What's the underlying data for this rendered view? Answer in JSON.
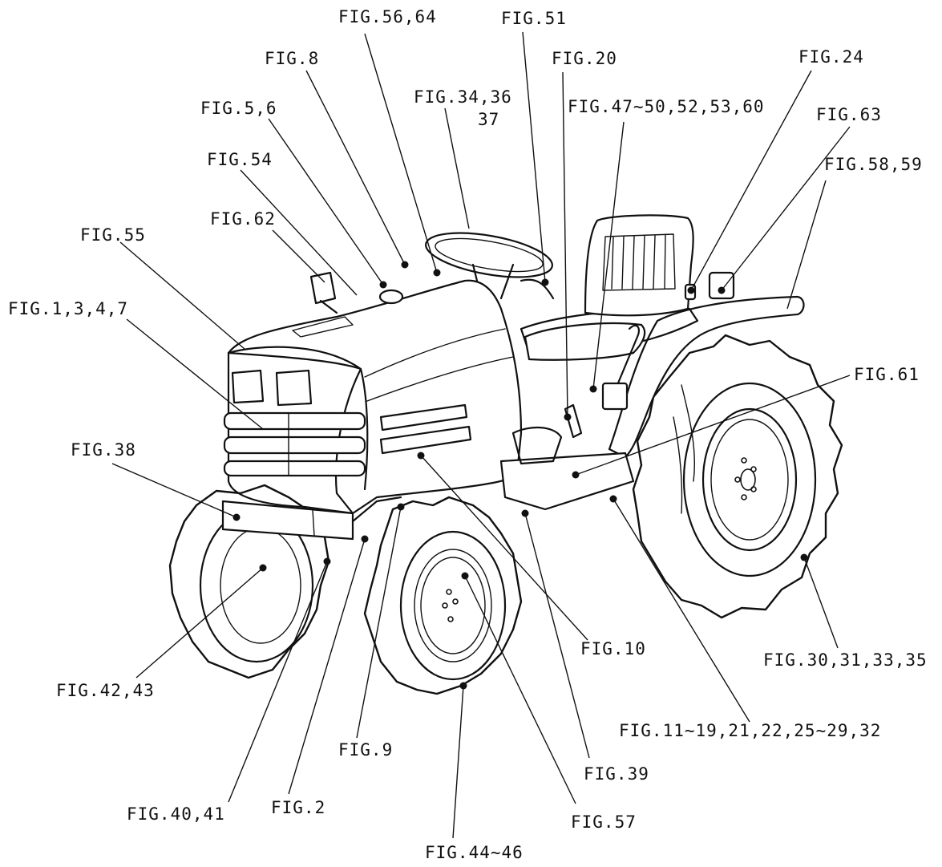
{
  "diagram": {
    "subject": "tractor",
    "labels": [
      "FIG.56,64",
      "FIG.51",
      "FIG.8",
      "FIG.20",
      "FIG.24",
      "FIG.34,36",
      "37",
      "FIG.47~50,52,53,60",
      "FIG.5,6",
      "FIG.63",
      "FIG.54",
      "FIG.58,59",
      "FIG.62",
      "FIG.55",
      "FIG.1,3,4,7",
      "FIG.61",
      "FIG.38",
      "FIG.10",
      "FIG.30,31,33,35",
      "FIG.42,43",
      "FIG.11~19,21,22,25~29,32",
      "FIG.9",
      "FIG.39",
      "FIG.40,41",
      "FIG.2",
      "FIG.57",
      "FIG.44~46"
    ]
  }
}
